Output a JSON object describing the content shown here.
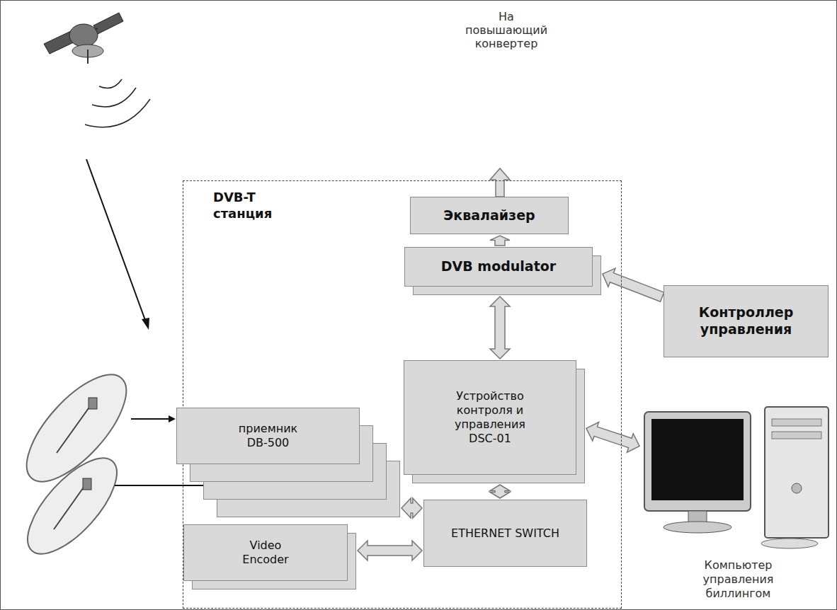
{
  "diagram": {
    "nodes": [
      {
        "text": [
          "DVB-T станция"
        ]
      },
      {
        "text": [
          "Эквалайзер"
        ],
        "in": 0
      },
      {
        "text": [
          "DVB modulator"
        ],
        "in": 0
      },
      {
        "text": [
          "Контроллер управления"
        ]
      },
      {
        "text": [
          "Устройство контроля и управления DSC-01"
        ],
        "in": 0
      },
      {
        "text": [
          "приемник DB-500"
        ],
        "in": 0
      },
      {
        "text": [
          "ETHERNET SWITCH"
        ],
        "in": 0
      },
      {
        "text": [
          "Video Encoder"
        ],
        "in": 0
      },
      {
        "text": [
          "Компьютер управления биллингом"
        ]
      }
    ],
    "edges": [
      {
        "from": 2,
        "to": 1,
        "arrow": "to"
      },
      {
        "from": 3,
        "to": 2,
        "arrow": "to"
      },
      {
        "from": 4,
        "to": 2,
        "arrow": "both"
      },
      {
        "from": 4,
        "to": 8,
        "arrow": "both"
      },
      {
        "from": 4,
        "to": 6,
        "arrow": "both"
      },
      {
        "from": 5,
        "to": 6,
        "arrow": "both"
      },
      {
        "from": 7,
        "to": 6,
        "arrow": "both"
      }
    ],
    "labels": [
      "На повышающий конвертер"
    ]
  }
}
